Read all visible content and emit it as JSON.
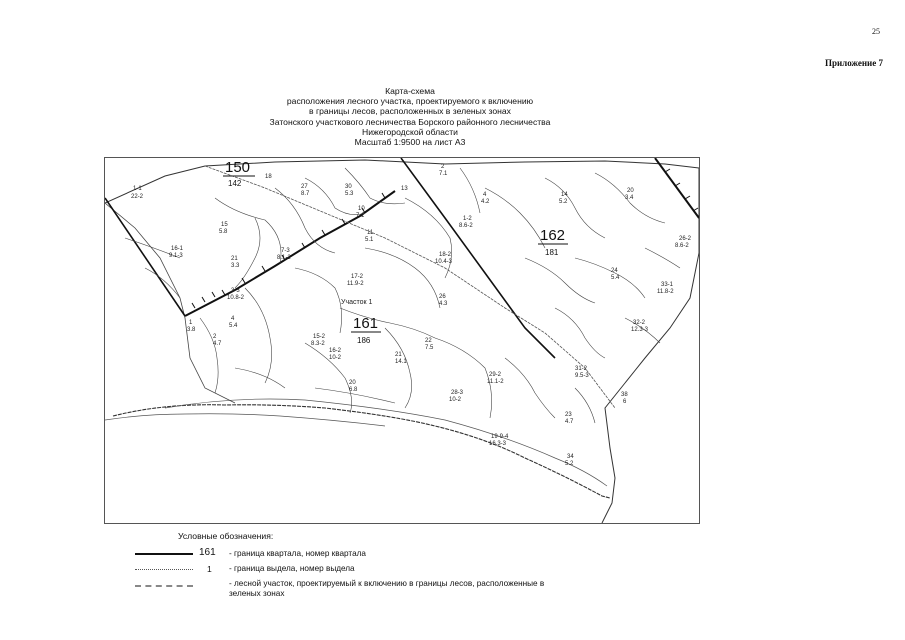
{
  "page_number": "25",
  "appendix_label": "Приложение 7",
  "title_lines": [
    "Карта-схема",
    "расположения лесного участка, проектируемого к включению",
    "в границы лесов, расположенных в зеленых зонах",
    "Затонского участкового лесничества Борского районного лесничества",
    "Нижегородской области",
    "Масштаб 1:9500 на лист А3"
  ],
  "map": {
    "quarters": [
      {
        "num": "150",
        "sub": "142"
      },
      {
        "num": "161",
        "sub": "186"
      },
      {
        "num": "162",
        "sub": "181"
      }
    ],
    "site_label": "Участок 1",
    "vydel_labels": [
      {
        "n": "1-1",
        "a": "22-2"
      },
      {
        "n": "18",
        "a": ""
      },
      {
        "n": "27",
        "a": "8.7"
      },
      {
        "n": "30",
        "a": "5.3"
      },
      {
        "n": "13",
        "a": ""
      },
      {
        "n": "2",
        "a": "7.1"
      },
      {
        "n": "4",
        "a": "4.2"
      },
      {
        "n": "14",
        "a": "5.2"
      },
      {
        "n": "20",
        "a": "3.4"
      },
      {
        "n": "10",
        "a": "7.1"
      },
      {
        "n": "11",
        "a": "5.1"
      },
      {
        "n": "15",
        "a": "5.8"
      },
      {
        "n": "1-2",
        "a": "8.6-2"
      },
      {
        "n": "16-1",
        "a": "9.1-3"
      },
      {
        "n": "21",
        "a": "3.3"
      },
      {
        "n": "7-3",
        "a": "8.1-2"
      },
      {
        "n": "18-2",
        "a": "10.4-3"
      },
      {
        "n": "26-2",
        "a": "8.6-2"
      },
      {
        "n": "24",
        "a": "5.4"
      },
      {
        "n": "33-1",
        "a": "11.8-2"
      },
      {
        "n": "17-2",
        "a": "11.9-2"
      },
      {
        "n": "3-3",
        "a": "10.8-2"
      },
      {
        "n": "26",
        "a": "4.3"
      },
      {
        "n": "4",
        "a": "5.4"
      },
      {
        "n": "1",
        "a": "3.8"
      },
      {
        "n": "2",
        "a": "4.7"
      },
      {
        "n": "15-2",
        "a": "8.3-2"
      },
      {
        "n": "22",
        "a": "7.5"
      },
      {
        "n": "32-2",
        "a": "12.3-3"
      },
      {
        "n": "16-2",
        "a": "10-2"
      },
      {
        "n": "21",
        "a": "14.1"
      },
      {
        "n": "29-2",
        "a": "11.1-2"
      },
      {
        "n": "31-2",
        "a": "9.5-3"
      },
      {
        "n": "20",
        "a": "6.8"
      },
      {
        "n": "28-3",
        "a": "10-2"
      },
      {
        "n": "23",
        "a": "4.7"
      },
      {
        "n": "19-9-4",
        "a": "16.3-3"
      },
      {
        "n": "34",
        "a": "5.2"
      },
      {
        "n": "38",
        "a": "6"
      }
    ]
  },
  "legend": {
    "title": "Условные обозначения:",
    "items": [
      {
        "num": "161",
        "text": "- граница квартала, номер квартала"
      },
      {
        "num": "1",
        "text": "- граница выдела, номер выдела"
      },
      {
        "num": "",
        "text": "- лесной участок, проектируемый к включению в границы лесов, расположенные в зеленых зонах"
      }
    ]
  }
}
